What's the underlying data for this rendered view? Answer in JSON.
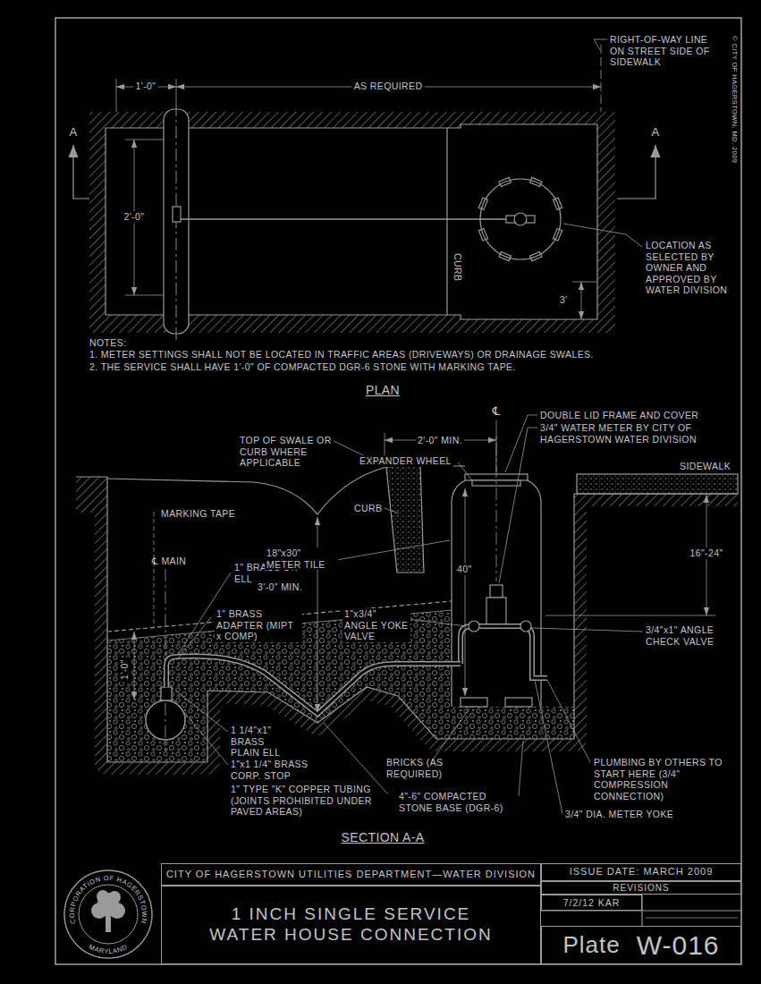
{
  "diagram": {
    "nodes": [
      {
        "text": [
          "CORPORATION OF HAGERSTOWN",
          "MARYLAND"
        ]
      },
      {
        "text": [
          "CITY OF HAGERSTOWN UTILITIES DEPARTMENT—WATER DIVISION"
        ]
      },
      {
        "text": [
          "ISSUE DATE: MARCH 2009"
        ]
      },
      {
        "text": [
          "REVISIONS"
        ]
      },
      {
        "text": [
          "1 INCH SINGLE SERVICE WATER HOUSE CONNECTION"
        ]
      },
      {
        "text": [
          "7/2/12 KAR"
        ]
      },
      {
        "text": [
          "Plate",
          "W-016"
        ]
      }
    ],
    "labels": [
      "RIGHT-OF-WAY LINE ON STREET SIDE OF SIDEWALK",
      "1'-0\"",
      "AS REQUIRED",
      "A",
      "A",
      "2'-0\"",
      "CURB",
      "3'",
      "LOCATION AS SELECTED BY OWNER AND APPROVED BY WATER DIVISION",
      "© CITY OF HAGERSTOWN, MD. 2009",
      "NOTES:",
      "1. METER SETTINGS SHALL NOT BE LOCATED IN TRAFFIC AREAS (DRIVEWAYS) OR DRAINAGE SWALES.",
      "2. THE SERVICE SHALL HAVE 1'-0\" OF COMPACTED DGR-6 STONE WITH MARKING TAPE.",
      "PLAN",
      "℄",
      "DOUBLE LID FRAME AND COVER",
      "3/4\" WATER METER BY CITY OF HAGERSTOWN WATER DIVISION",
      "TOP OF SWALE OR CURB WHERE APPLICABLE",
      "2'-0\" MIN.",
      "EXPANDER WHEEL",
      "SIDEWALK",
      "MARKING TAPE",
      "CURB",
      "℄ MAIN",
      "1\" BRASS ST. ELL",
      "18\"x30\" METER TILE",
      "40\"",
      "16\"-24\"",
      "3'-0\" MIN.",
      "1\" BRASS ADAPTER (MIPT x COMP)",
      "1\"x3/4\" ANGLE YOKE VALVE",
      "3/4\"x1\" ANGLE CHECK VALVE",
      "1'-0\"",
      "1 1/4\"x1\" BRASS PLAIN ELL",
      "1\"x1 1/4\" BRASS CORP. STOP",
      "1\" TYPE \"K\" COPPER TUBING (JOINTS PROHIBITED UNDER PAVED AREAS)",
      "BRICKS (AS REQUIRED)",
      "PLUMBING BY OTHERS TO START HERE (3/4\" COMPRESSION CONNECTION)",
      "4\"-6\" COMPACTED STONE BASE (DGR-6)",
      "3/4\" DIA. METER YOKE",
      "SECTION A-A"
    ]
  }
}
